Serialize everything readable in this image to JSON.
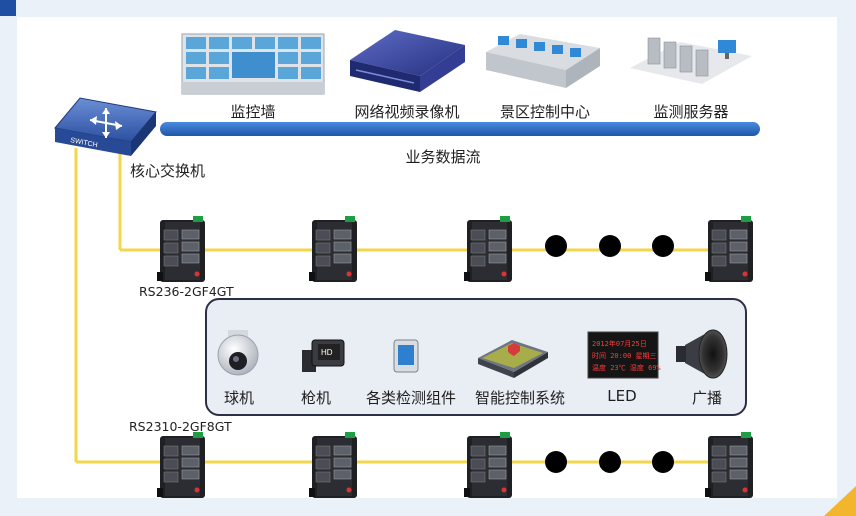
{
  "top_devices": [
    {
      "name": "video-wall",
      "icon": "monitor-wall-icon",
      "label": "监控墙"
    },
    {
      "name": "nvr",
      "icon": "nvr-device-icon",
      "label": "网络视频录像机"
    },
    {
      "name": "control-center",
      "icon": "control-desk-icon",
      "label": "景区控制中心"
    },
    {
      "name": "server",
      "icon": "server-rack-icon",
      "label": "监测服务器"
    }
  ],
  "bus_label": "业务数据流",
  "core_switch": {
    "badge": "SWITCH",
    "label": "核心交换机"
  },
  "rows": [
    {
      "model": "RS236-2GF4GT"
    },
    {
      "model": "RS2310-2GF8GT"
    }
  ],
  "terminals": [
    {
      "icon": "dome-camera-icon",
      "label": "球机"
    },
    {
      "icon": "bullet-camera-icon",
      "label": "枪机"
    },
    {
      "icon": "sensor-module-icon",
      "label": "各类检测组件"
    },
    {
      "icon": "smart-control-icon",
      "label": "智能控制系统"
    },
    {
      "icon": "led-display-icon",
      "label": "LED"
    },
    {
      "icon": "loudspeaker-icon",
      "label": "广播"
    }
  ],
  "led_panel_text": {
    "row1": "2012年07月25日",
    "row2": "时间 20:00 星期三",
    "row3": "温度 23℃ 湿度 69%"
  },
  "colors": {
    "link": "#f2d64b",
    "bus": "#2f6fc4",
    "dot": "#000000",
    "frame": "#2d2f44",
    "accent": "#1f4fa3",
    "corner": "#f3b52b"
  }
}
